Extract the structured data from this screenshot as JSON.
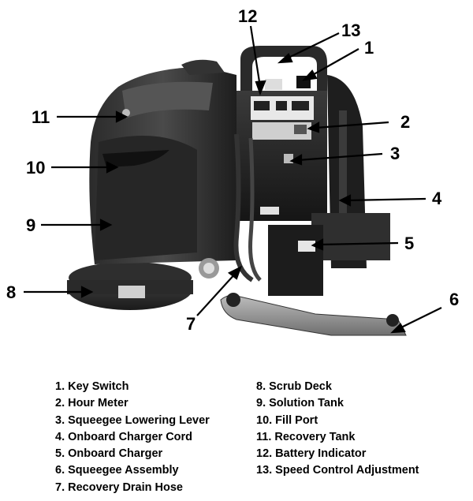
{
  "callouts": [
    "1",
    "2",
    "3",
    "4",
    "5",
    "6",
    "7",
    "8",
    "9",
    "10",
    "11",
    "12",
    "13"
  ],
  "legend": {
    "left": [
      "1. Key Switch",
      "2. Hour Meter",
      "3. Squeegee Lowering Lever",
      "4. Onboard Charger Cord",
      "5. Onboard Charger",
      "6. Squeegee Assembly",
      "7. Recovery Drain Hose"
    ],
    "right": [
      "8. Scrub Deck",
      "9. Solution Tank",
      "10. Fill Port",
      "11. Recovery Tank",
      "12. Battery Indicator",
      "13. Speed Control Adjustment"
    ]
  }
}
